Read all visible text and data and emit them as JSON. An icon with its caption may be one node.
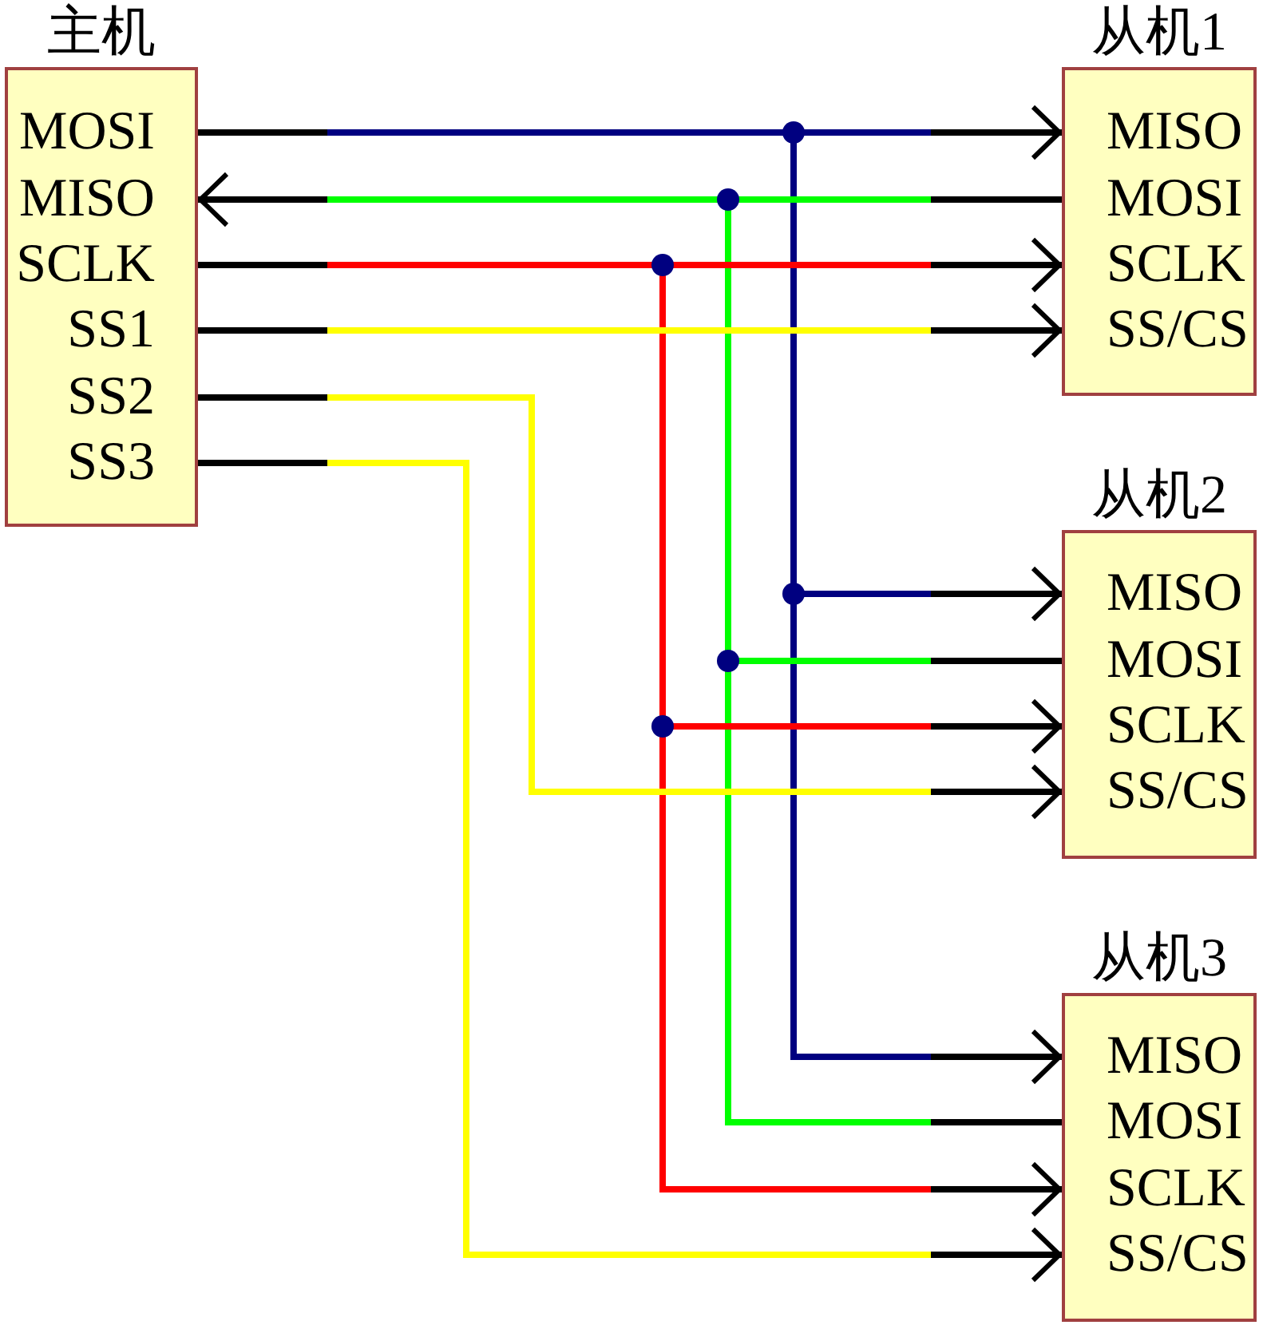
{
  "diagram": {
    "nodes": [
      {
        "text": [
          "主机"
        ]
      },
      {
        "text": [
          "MOSI"
        ],
        "in": 0
      },
      {
        "text": [
          "MISO"
        ],
        "in": 0
      },
      {
        "text": [
          "SCLK"
        ],
        "in": 0
      },
      {
        "text": [
          "SS1"
        ],
        "in": 0
      },
      {
        "text": [
          "SS2"
        ],
        "in": 0
      },
      {
        "text": [
          "SS3"
        ],
        "in": 0
      },
      {
        "text": [
          "从机1"
        ]
      },
      {
        "text": [
          "MISO"
        ],
        "in": 7
      },
      {
        "text": [
          "MOSI"
        ],
        "in": 7
      },
      {
        "text": [
          "SCLK"
        ],
        "in": 7
      },
      {
        "text": [
          "SS/CS"
        ],
        "in": 7
      },
      {
        "text": [
          "从机2"
        ]
      },
      {
        "text": [
          "MISO"
        ],
        "in": 12
      },
      {
        "text": [
          "MOSI"
        ],
        "in": 12
      },
      {
        "text": [
          "SCLK"
        ],
        "in": 12
      },
      {
        "text": [
          "SS/CS"
        ],
        "in": 12
      },
      {
        "text": [
          "从机3"
        ]
      },
      {
        "text": [
          "MISO"
        ],
        "in": 17
      },
      {
        "text": [
          "MOSI"
        ],
        "in": 17
      },
      {
        "text": [
          "SCLK"
        ],
        "in": 17
      },
      {
        "text": [
          "SS/CS"
        ],
        "in": 17
      }
    ],
    "edges": [
      {
        "from": 1,
        "to": 8,
        "arrow": "to",
        "color": "#000080"
      },
      {
        "from": 1,
        "to": 13,
        "arrow": "to",
        "color": "#000080"
      },
      {
        "from": 1,
        "to": 18,
        "arrow": "to",
        "color": "#000080"
      },
      {
        "from": 9,
        "to": 2,
        "arrow": "to",
        "color": "#00ff00"
      },
      {
        "from": 14,
        "to": 2,
        "arrow": "to",
        "color": "#00ff00"
      },
      {
        "from": 19,
        "to": 2,
        "arrow": "to",
        "color": "#00ff00"
      },
      {
        "from": 3,
        "to": 10,
        "arrow": "to",
        "color": "#ff0000"
      },
      {
        "from": 3,
        "to": 15,
        "arrow": "to",
        "color": "#ff0000"
      },
      {
        "from": 3,
        "to": 20,
        "arrow": "to",
        "color": "#ff0000"
      },
      {
        "from": 4,
        "to": 11,
        "arrow": "to",
        "color": "#ffff00"
      },
      {
        "from": 5,
        "to": 16,
        "arrow": "to",
        "color": "#ffff00"
      },
      {
        "from": 6,
        "to": 21,
        "arrow": "to",
        "color": "#ffff00"
      }
    ]
  }
}
